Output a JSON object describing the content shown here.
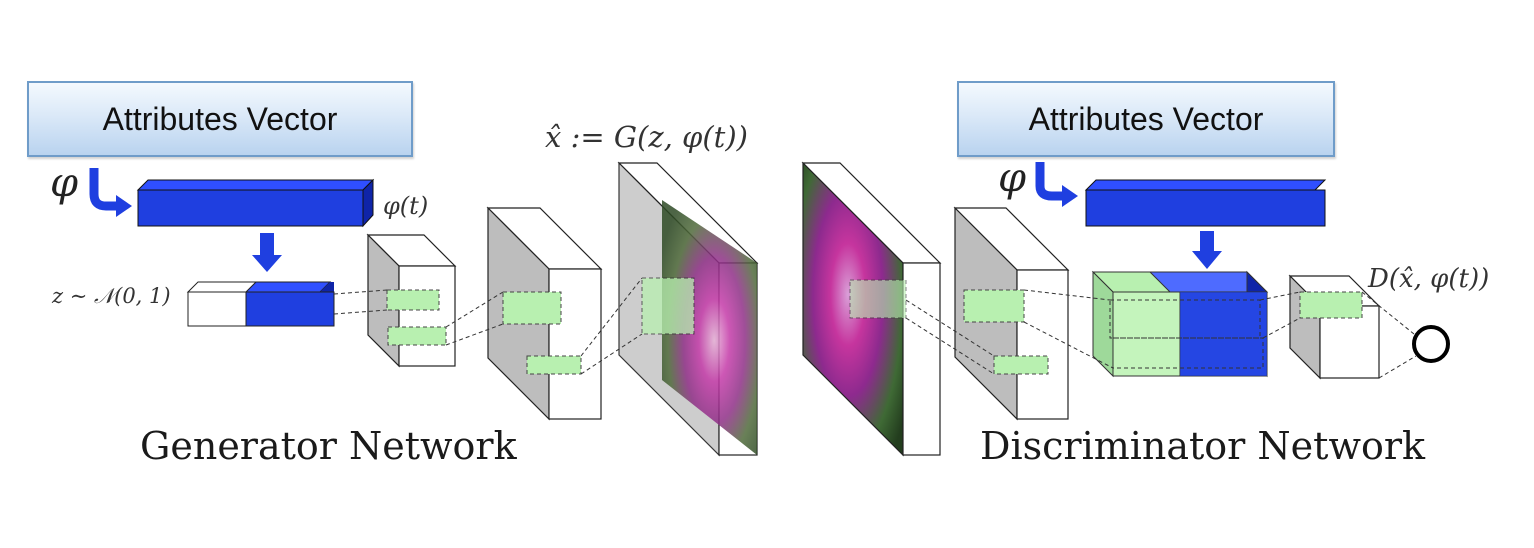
{
  "generator": {
    "attributes_label": "Attributes Vector",
    "phi_symbol": "φ",
    "embedding_label": "φ(t)",
    "noise_label": "z ∼ 𝒩(0, 1)",
    "output_label": "x̂ := G(z, φ(t))",
    "title": "Generator Network"
  },
  "discriminator": {
    "attributes_label": "Attributes Vector",
    "phi_symbol": "φ",
    "output_label": "D(x̂, φ(t))",
    "title": "Discriminator Network"
  },
  "colors": {
    "embedding_blue": "#1f3fe0",
    "feature_green": "#b8f0b0",
    "attr_box_border": "#6f9cc9",
    "flower_magenta": "#c43aa8"
  },
  "icons": {
    "arrow": "curved-arrow-icon",
    "output": "circle-output-icon"
  }
}
